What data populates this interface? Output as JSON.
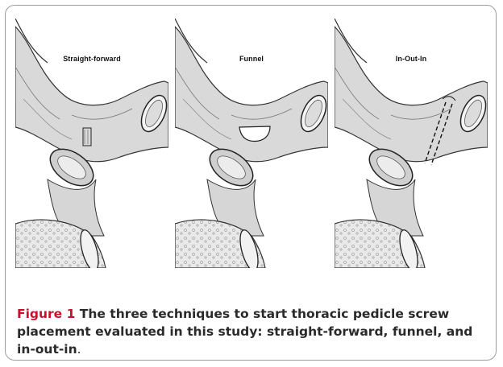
{
  "figure": {
    "panels": [
      {
        "id": "straight",
        "label": "Straight-forward",
        "marker": "straight-channel"
      },
      {
        "id": "funnel",
        "label": "Funnel",
        "marker": "funnel-cavity"
      },
      {
        "id": "inout",
        "label": "In-Out-In",
        "marker": "dashed-trajectory"
      }
    ],
    "caption": {
      "label": "Figure 1",
      "text": " The three techniques to start thoracic pedicle screw placement evaluated in this study: straight-forward, funnel, and in-out-in",
      "end": "."
    }
  }
}
